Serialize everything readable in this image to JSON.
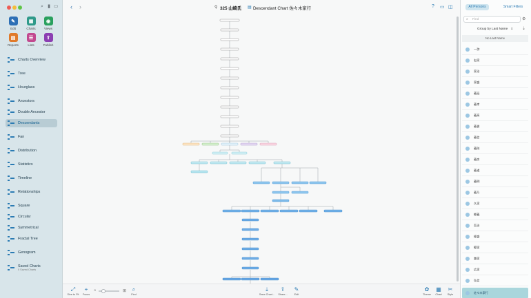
{
  "window": {
    "title_number": "325 山崎氏",
    "chart_title": "Descendant Chart 佐々木家行"
  },
  "toolbar": [
    {
      "label": "Edit",
      "color": "#2d6fb5",
      "glyph": "✎"
    },
    {
      "label": "Charts",
      "color": "#2f9a8a",
      "glyph": "▦"
    },
    {
      "label": "Views",
      "color": "#2aa05e",
      "glyph": "◉"
    },
    {
      "label": "Reports",
      "color": "#e07a2a",
      "glyph": "▤"
    },
    {
      "label": "Lists",
      "color": "#c2498f",
      "glyph": "☰"
    },
    {
      "label": "Publish",
      "color": "#8c3fb2",
      "glyph": "⇪"
    }
  ],
  "sidebar": {
    "items": [
      {
        "label": "Charts Overview",
        "icon": "grid-icon"
      },
      {
        "label": "Tree",
        "icon": "tree-icon"
      },
      {
        "label": "Hourglass",
        "icon": "hourglass-icon"
      },
      {
        "label": "Ancestors",
        "icon": "ancestors-icon"
      },
      {
        "label": "Double Ancestor",
        "icon": "double-ancestor-icon"
      },
      {
        "label": "Descendants",
        "icon": "descendants-icon"
      },
      {
        "label": "Fan",
        "icon": "fan-icon"
      },
      {
        "label": "Distribution",
        "icon": "distribution-icon"
      },
      {
        "label": "Statistics",
        "icon": "statistics-icon"
      },
      {
        "label": "Timeline",
        "icon": "timeline-icon"
      },
      {
        "label": "Relationships",
        "icon": "relationships-icon"
      },
      {
        "label": "Square",
        "icon": "square-icon"
      },
      {
        "label": "Circular",
        "icon": "circular-icon"
      },
      {
        "label": "Symmetrical",
        "icon": "symmetrical-icon"
      },
      {
        "label": "Fractal Tree",
        "icon": "fractal-tree-icon"
      },
      {
        "label": "Genogram",
        "icon": "genogram-icon"
      },
      {
        "label": "Saved Charts",
        "icon": "saved-charts-icon",
        "sub": "0 Saved Charts"
      }
    ],
    "selected": "Descendants"
  },
  "bottombar": {
    "size_to_fit": "Size to Fit",
    "focus": "Focus",
    "find": "Find",
    "save_chart": "Save Chart...",
    "share": "Share...",
    "edit": "Edit",
    "theme": "Theme",
    "chart": "Chart",
    "style": "Style"
  },
  "rpanel": {
    "tabs": [
      "All Persons",
      "Smart Filters"
    ],
    "search_placeholder": "Find",
    "group_by": "Group by Last Name",
    "section_header": "No Last Name",
    "persons": [
      "一弥",
      "右家",
      "家治",
      "家盛",
      "義延",
      "義孝",
      "義高",
      "義俊",
      "義信",
      "義則",
      "義房",
      "義道",
      "義明",
      "義乃",
      "久家",
      "郷義",
      "吾治",
      "経盛",
      "堅家",
      "兼家",
      "広家",
      "弘信",
      "佐々木家行"
    ],
    "selected": "佐々木家行"
  }
}
